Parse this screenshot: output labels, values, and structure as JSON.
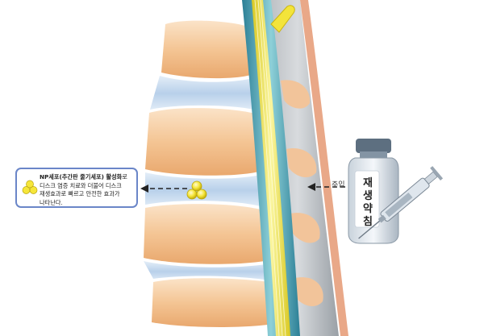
{
  "info_box": {
    "title": "NP세포(추간판 줄기세포) 활성화",
    "title_suffix": "로",
    "line2": "디스크 염증 치료와 더불어 디스크",
    "line3": "재생효과로 빠르고 안전한 효과가",
    "line4": "나타난다."
  },
  "injection": {
    "label": "주입",
    "vial_label": "재생약침"
  },
  "colors": {
    "vertebra": "#f5c99a",
    "disc": "#bcd3ea",
    "cord_teal": "#3b9ab0",
    "nerve_yellow": "#f2ea3c",
    "box_border": "#6a86c8"
  }
}
